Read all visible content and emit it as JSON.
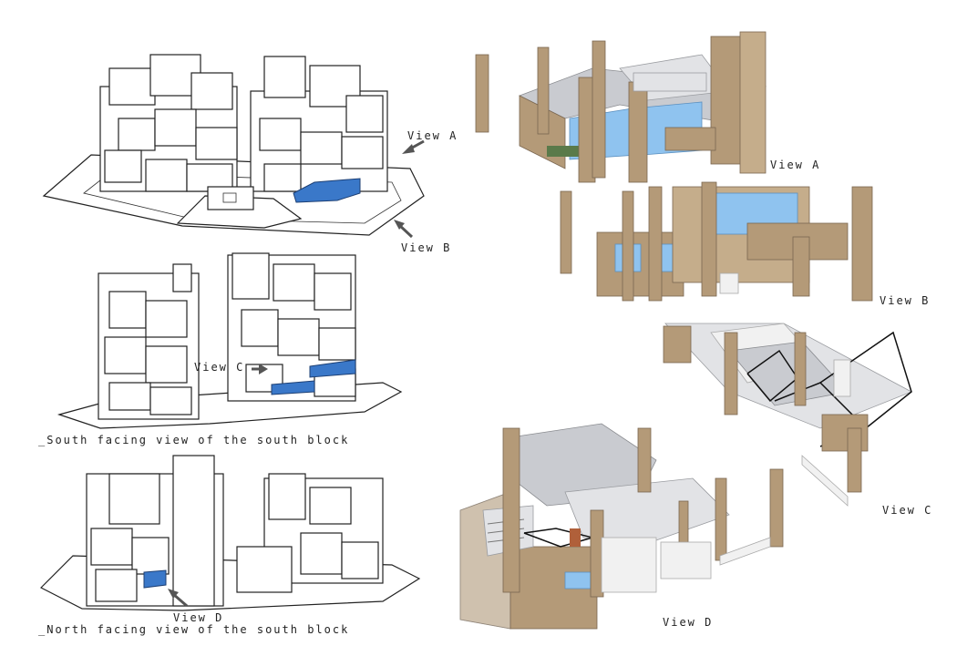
{
  "labels": {
    "view_a_left": "View A",
    "view_b_left": "View B",
    "view_c_left": "View C",
    "view_d_left": "View D",
    "view_a_right": "View A",
    "view_b_right": "View B",
    "view_c_right": "View C",
    "view_d_right": "View D",
    "south_caption": "_South facing view of the south block",
    "north_caption": "_North facing view of the south block"
  },
  "colors": {
    "highlight": "#3a78c9",
    "brick": "#b49a78",
    "slab": "#c9cbd0",
    "glass": "#8fc3ef"
  }
}
